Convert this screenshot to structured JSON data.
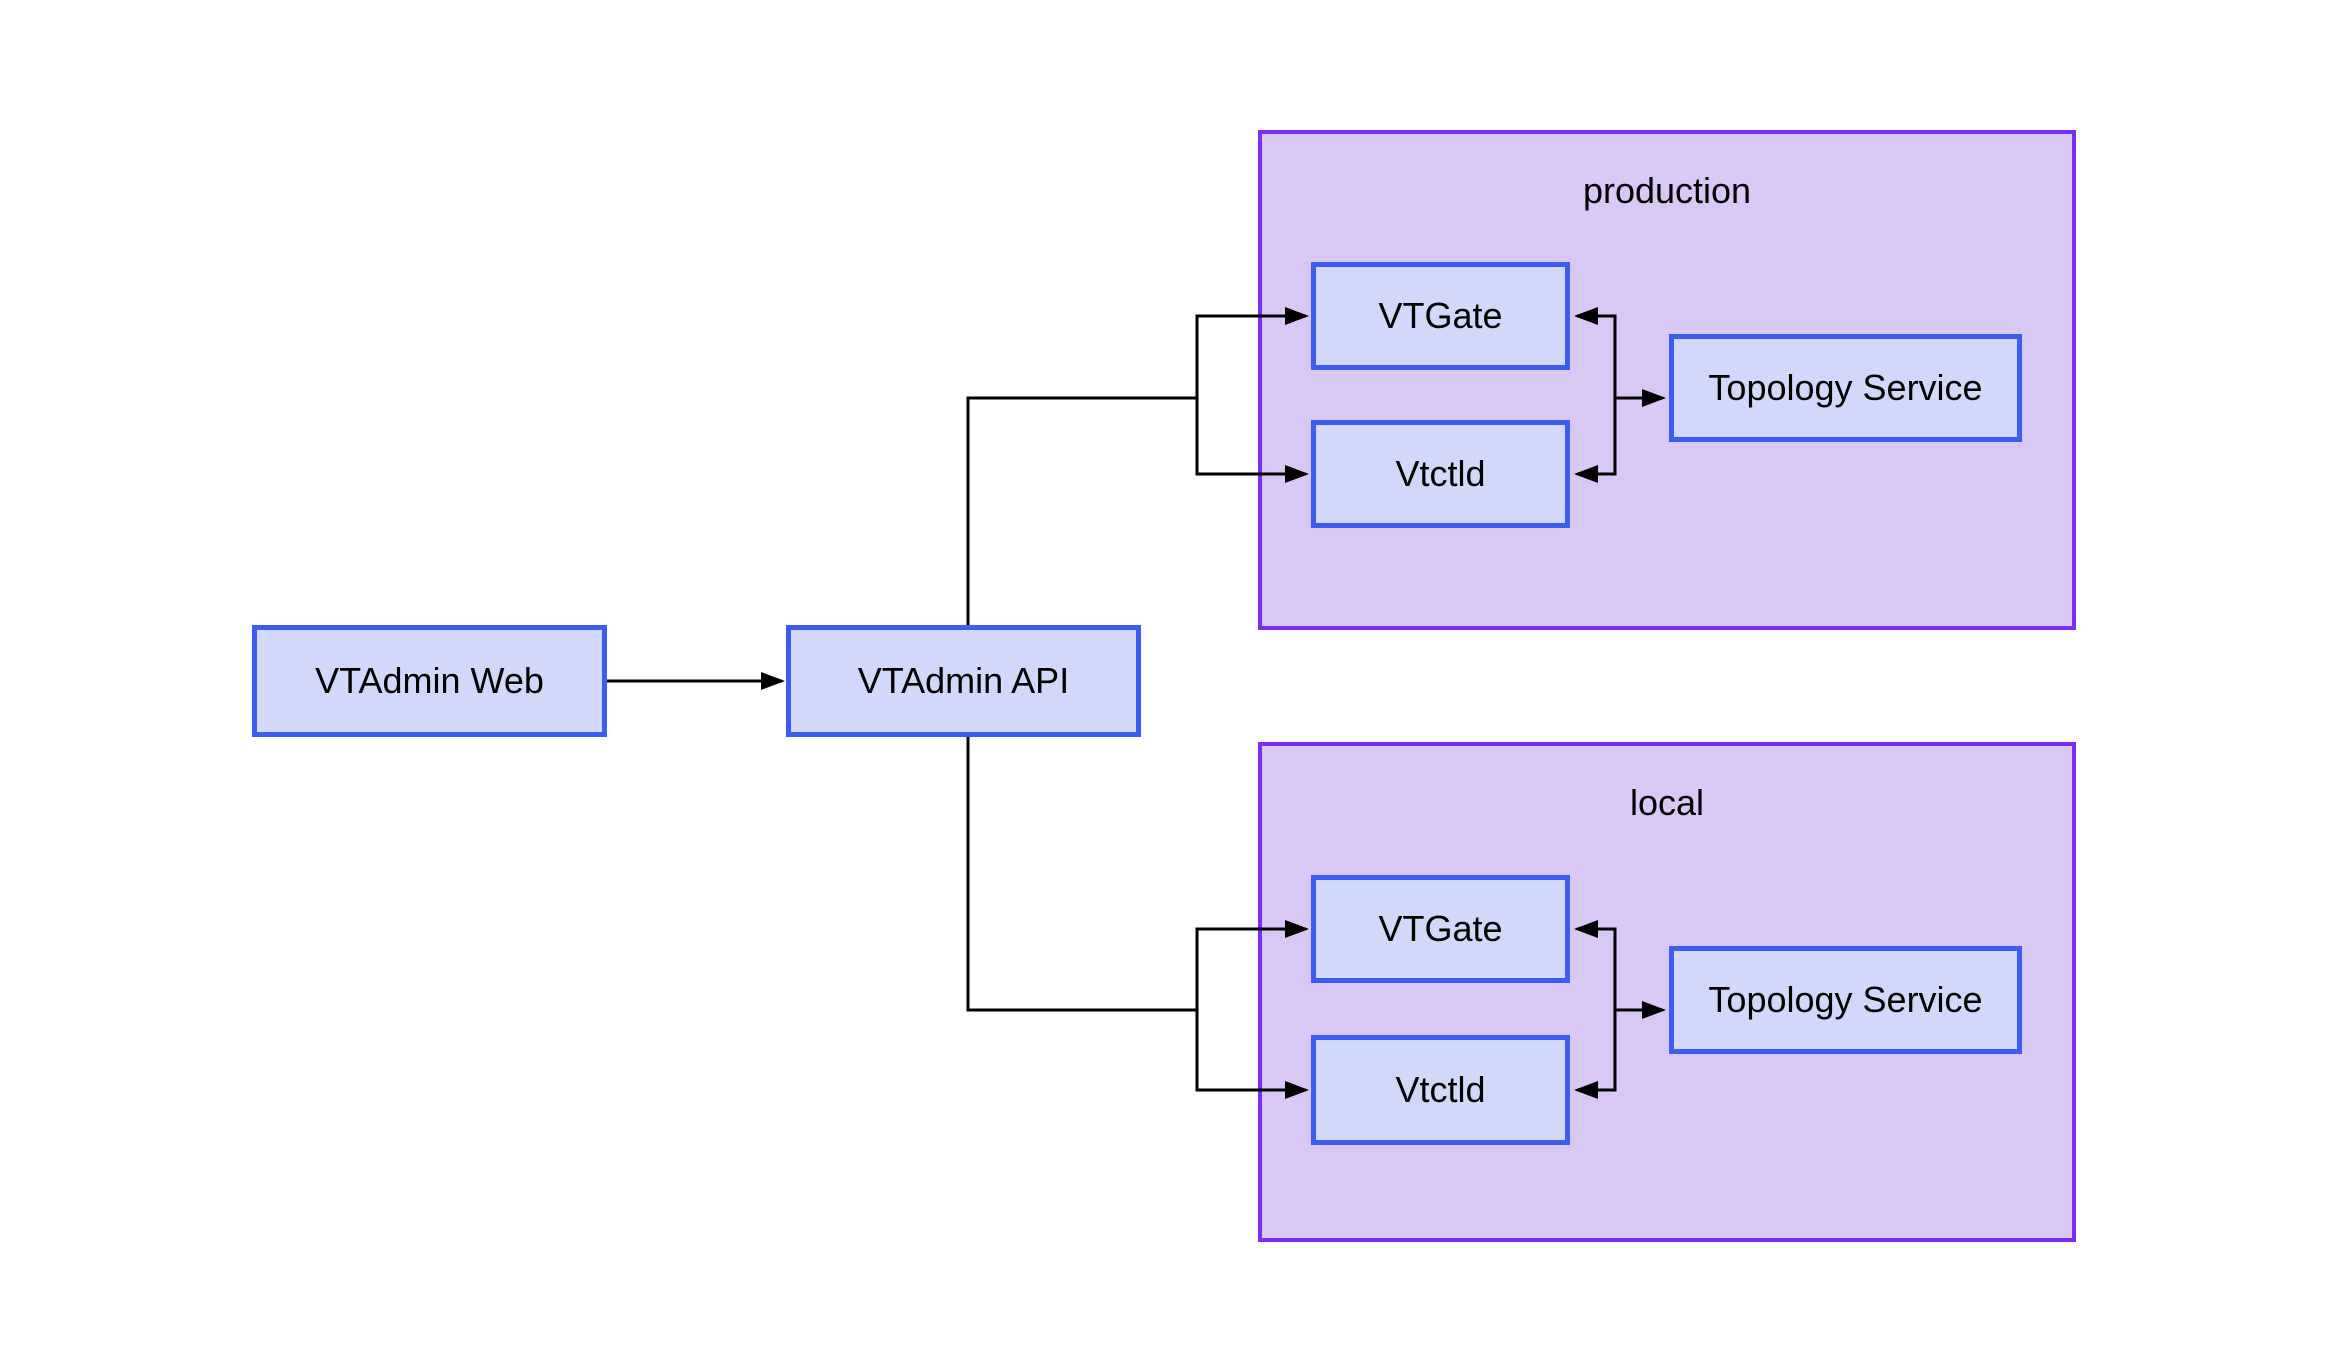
{
  "diagram": {
    "nodes": {
      "vtadmin_web": {
        "label": "VTAdmin Web"
      },
      "vtadmin_api": {
        "label": "VTAdmin API"
      },
      "production_vtgate": {
        "label": "VTGate"
      },
      "production_vtctld": {
        "label": "Vtctld"
      },
      "production_topology": {
        "label": "Topology Service"
      },
      "local_vtgate": {
        "label": "VTGate"
      },
      "local_vtctld": {
        "label": "Vtctld"
      },
      "local_topology": {
        "label": "Topology Service"
      }
    },
    "clusters": {
      "production": {
        "title": "production"
      },
      "local": {
        "title": "local"
      }
    },
    "edges": [
      {
        "from": "vtadmin_web",
        "to": "vtadmin_api"
      },
      {
        "from": "vtadmin_api",
        "to": "production_vtgate"
      },
      {
        "from": "vtadmin_api",
        "to": "production_vtctld"
      },
      {
        "from": "vtadmin_api",
        "to": "local_vtgate"
      },
      {
        "from": "vtadmin_api",
        "to": "local_vtctld"
      },
      {
        "from": "production_trunk",
        "to": "production_vtgate"
      },
      {
        "from": "production_trunk",
        "to": "production_vtctld"
      },
      {
        "from": "production_trunk",
        "to": "production_topology"
      },
      {
        "from": "local_trunk",
        "to": "local_vtgate"
      },
      {
        "from": "local_trunk",
        "to": "local_vtctld"
      },
      {
        "from": "local_trunk",
        "to": "local_topology"
      }
    ],
    "colors": {
      "background": "#ffffff",
      "node_fill": "#d2d8fa",
      "node_border": "#3c5cf2",
      "cluster_fill": "#d9c7f4",
      "cluster_border": "#7c2df7",
      "edge": "#000000",
      "text": "#000000"
    }
  }
}
